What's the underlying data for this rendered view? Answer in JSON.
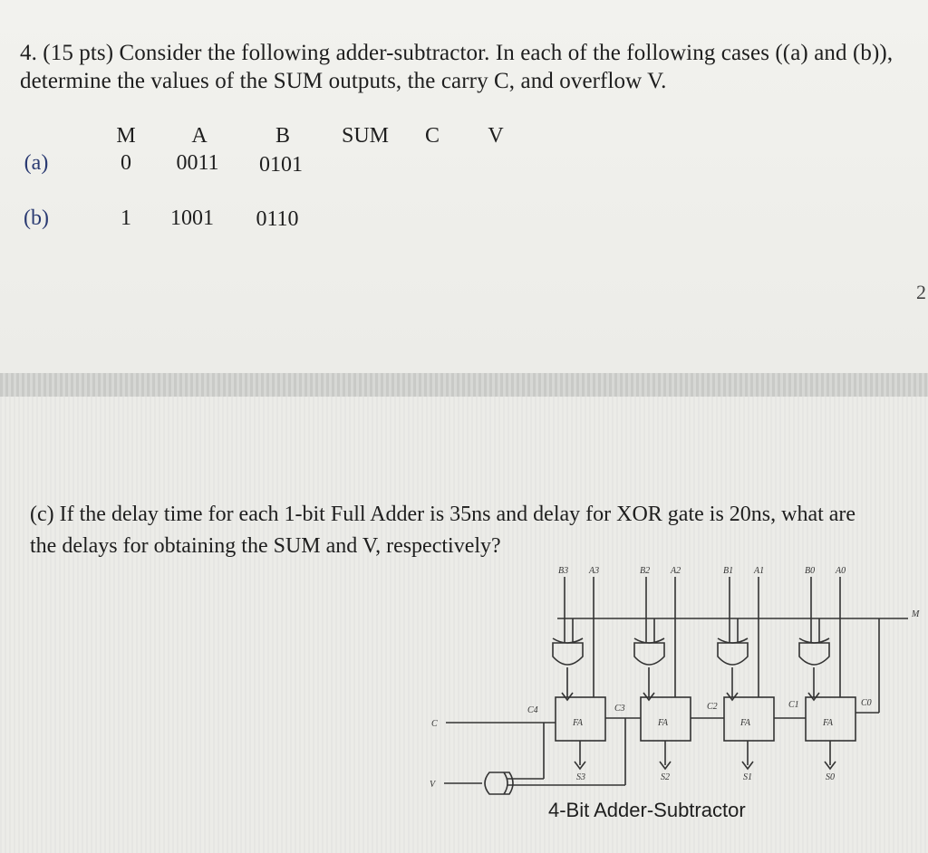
{
  "question": {
    "line1": "4. (15 pts) Consider the following adder-subtractor. In each of the following cases ((a) and (b)),",
    "line2": "determine the values of the SUM outputs, the carry C, and overflow V."
  },
  "table": {
    "headers": [
      "M",
      "A",
      "B",
      "SUM",
      "C",
      "V"
    ],
    "rows": [
      {
        "label": "(a)",
        "M": "0",
        "A": "0011",
        "B": "0101"
      },
      {
        "label": "(b)",
        "M": "1",
        "A": "1001",
        "B": "0110"
      }
    ]
  },
  "page_mark": "2",
  "part_c": {
    "line1": "(c) If the delay time for each 1-bit Full Adder is 35ns and delay for XOR gate is 20ns, what are",
    "line2": "the delays for obtaining the SUM and V, respectively?"
  },
  "diagram": {
    "caption": "4-Bit Adder-Subtractor",
    "inputs": [
      "B3",
      "A3",
      "B2",
      "A2",
      "B1",
      "A1",
      "B0",
      "A0"
    ],
    "fa_label": "FA",
    "carries": [
      "C4",
      "C3",
      "C2",
      "C1",
      "C0"
    ],
    "sums": [
      "S3",
      "S2",
      "S1",
      "S0"
    ],
    "c_label": "C",
    "v_label": "V",
    "m_label": "M"
  }
}
